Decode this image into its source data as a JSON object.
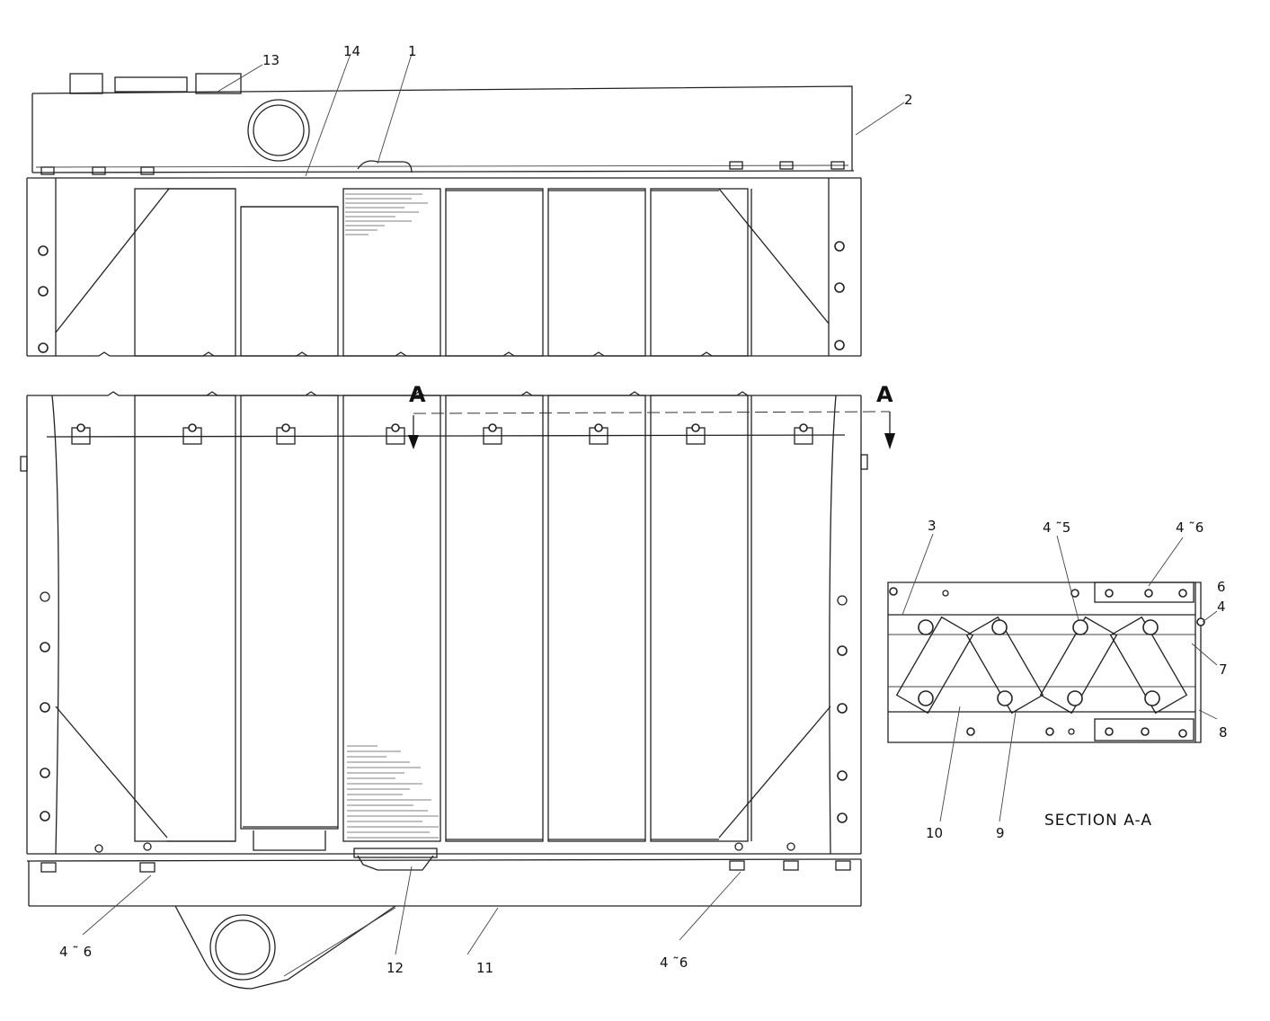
{
  "callouts": {
    "c1": "1",
    "c2": "2",
    "c3": "3",
    "c4_right": "4",
    "c4_5": "4 ˜5",
    "c4_6_top": "4 ˜6",
    "c6": "6",
    "c7": "7",
    "c8": "8",
    "c9": "9",
    "c10": "10",
    "c11": "11",
    "c12": "12",
    "c13": "13",
    "c14": "14",
    "c4_6_left": "4 ˜ 6",
    "c4_6_bottom": "4 ˜6"
  },
  "section_marker": {
    "left": "A",
    "right": "A"
  },
  "section_title": "SECTION A-A"
}
